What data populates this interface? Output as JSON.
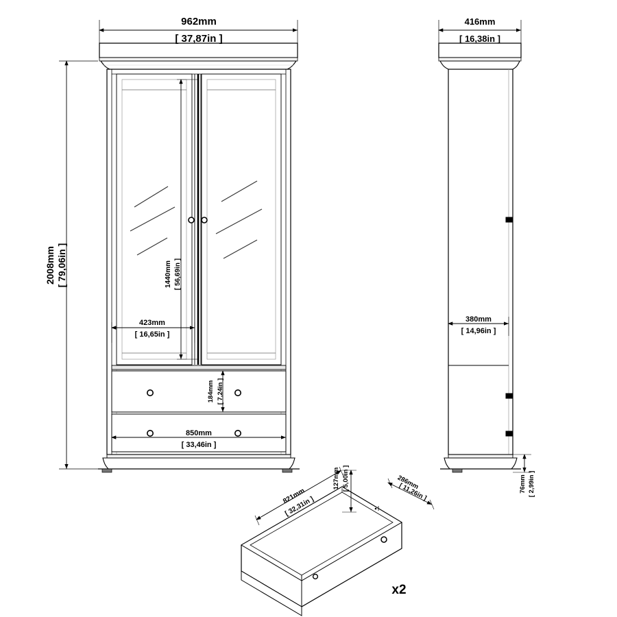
{
  "drawing": {
    "title": "Glazed 2-Door Wardrobe Cabinet Technical Drawing",
    "line_color": "#000000",
    "fill_color": "#ffffff",
    "views": {
      "front": "front-elevation",
      "side": "side-elevation",
      "detail": "drawer-isometric-detail"
    }
  },
  "dimensions": {
    "overall_width": {
      "mm": "962mm",
      "in": "[ 37,87in ]"
    },
    "overall_height": {
      "mm": "2008mm",
      "in": "[ 79,06in ]"
    },
    "overall_depth": {
      "mm": "416mm",
      "in": "[ 16,38in ]"
    },
    "door_glass_height": {
      "mm": "1440mm",
      "in": "[ 56,69in ]"
    },
    "door_panel_width": {
      "mm": "423mm",
      "in": "[ 16,65in ]"
    },
    "drawer_front_height": {
      "mm": "184mm",
      "in": "[ 7,24in ]"
    },
    "drawer_front_width": {
      "mm": "850mm",
      "in": "[ 33,46in ]"
    },
    "carcase_depth": {
      "mm": "380mm",
      "in": "[ 14,96in ]"
    },
    "plinth_height": {
      "mm": "76mm",
      "in": "[ 2,99in ]"
    },
    "drawer_box_height": {
      "mm": "127mm",
      "in": "[ 5,00in ]"
    },
    "drawer_box_depth": {
      "mm": "286mm",
      "in": "[ 11,26in ]"
    },
    "drawer_box_width": {
      "mm": "821mm",
      "in": "[ 32,31in ]"
    }
  },
  "annotations": {
    "drawer_quantity": "x2"
  }
}
